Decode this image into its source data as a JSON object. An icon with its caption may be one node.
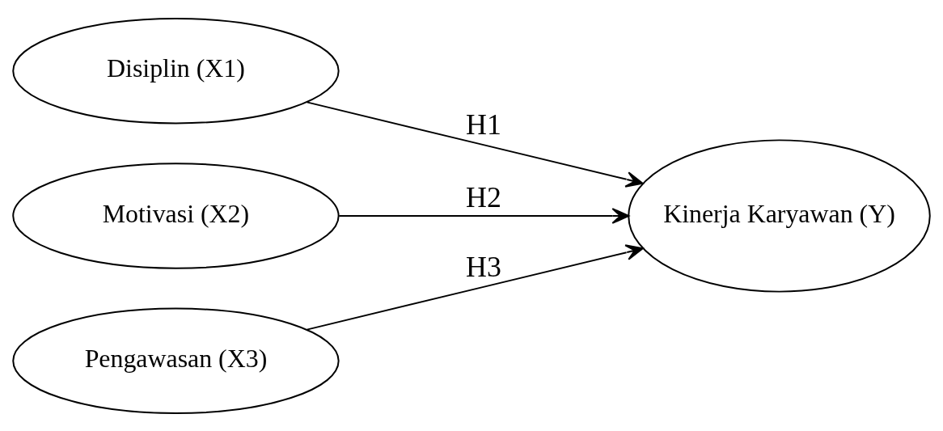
{
  "diagram": {
    "nodes": [
      {
        "text": [
          "Disiplin (X1)"
        ]
      },
      {
        "text": [
          "Motivasi (X2)"
        ]
      },
      {
        "text": [
          "Pengawasan (X3)"
        ]
      },
      {
        "text": [
          "Kinerja Karyawan (Y)"
        ]
      }
    ],
    "edges": [
      {
        "from": 0,
        "to": 3,
        "arrow": "to",
        "label": "H1"
      },
      {
        "from": 1,
        "to": 3,
        "arrow": "to",
        "label": "H2"
      },
      {
        "from": 2,
        "to": 3,
        "arrow": "to",
        "label": "H3"
      }
    ]
  }
}
